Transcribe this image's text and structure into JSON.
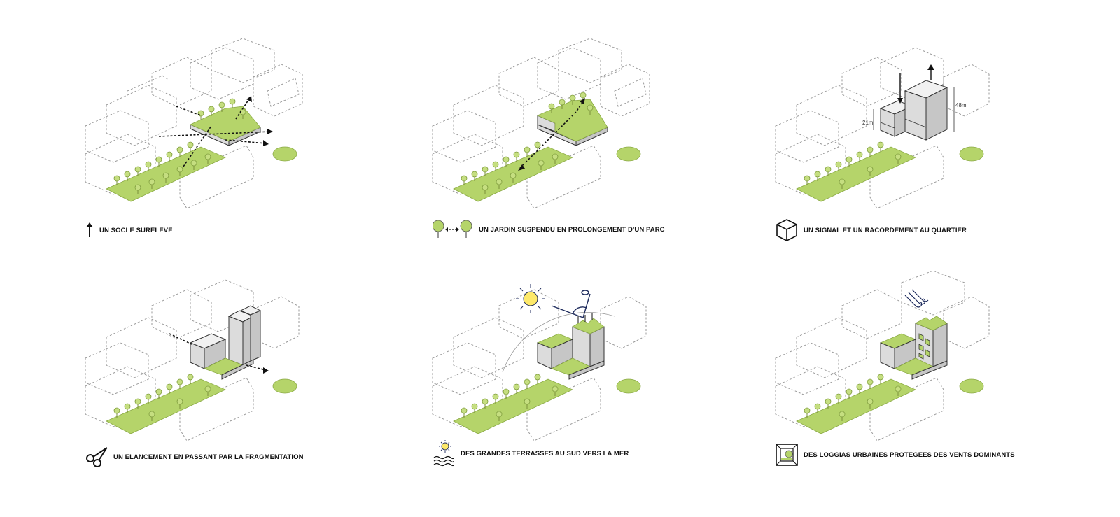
{
  "panels": [
    {
      "id": "p1",
      "caption": "UN SOCLE SURELEVE",
      "icon": "up-arrow-icon"
    },
    {
      "id": "p2",
      "caption": "UN JARDIN SUSPENDU EN PROLONGEMENT D'UN PARC",
      "icon": "trees-link-icon"
    },
    {
      "id": "p3",
      "caption": "UN SIGNAL ET UN RACORDEMENT AU QUARTIER",
      "icon": "cube-icon",
      "dim_low": "21m",
      "dim_high": "48m"
    },
    {
      "id": "p4",
      "caption": "UN ELANCEMENT EN PASSANT PAR LA FRAGMENTATION",
      "icon": "scissors-icon"
    },
    {
      "id": "p5",
      "caption": "DES GRANDES TERRASSES AU SUD VERS LA MER",
      "icon": "sun-sea-icon"
    },
    {
      "id": "p6",
      "caption": "DES LOGGIAS URBAINES PROTEGEES DES VENTS DOMINANTS",
      "icon": "loggia-icon"
    }
  ],
  "colors": {
    "park_green": "#b5d46a",
    "ghost_line": "#9a9a9a",
    "sun_yellow": "#fde96a",
    "accent_navy": "#1d2a5c"
  }
}
